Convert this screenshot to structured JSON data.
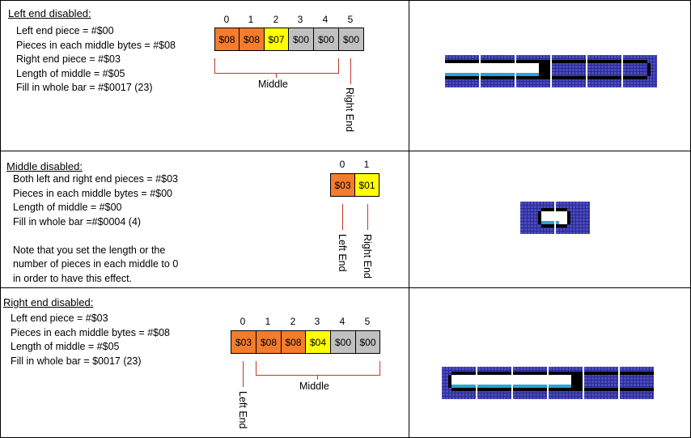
{
  "colors": {
    "orange": "#f47c2c",
    "yellow": "#ffff00",
    "gray": "#c0c0c0",
    "bracket": "#c0392b",
    "tile_blue": "#4a4ac0",
    "fill_cyan": "#29a3d9"
  },
  "sections": [
    {
      "heading": "Left end disabled:",
      "lines": [
        "Left end piece = #$00",
        "Pieces in each middle bytes = #$08",
        "Right end piece = #$03",
        "Length of middle = #$05",
        "Fill in whole bar = #$0017 (23)"
      ],
      "indices": [
        "0",
        "1",
        "2",
        "3",
        "4",
        "5"
      ],
      "cells": [
        {
          "value": "$08",
          "color": "orange"
        },
        {
          "value": "$08",
          "color": "orange"
        },
        {
          "value": "$07",
          "color": "yellow"
        },
        {
          "value": "$00",
          "color": "gray"
        },
        {
          "value": "$00",
          "color": "gray"
        },
        {
          "value": "$00",
          "color": "gray"
        }
      ],
      "middle_label": "Middle",
      "end_label": "Right End"
    },
    {
      "heading": "Middle disabled:",
      "lines": [
        "Both left and right end pieces = #$03",
        "Pieces in each middle bytes = #$00",
        "Length of middle = #$00",
        "Fill in whole bar =#$0004 (4)",
        "",
        "Note that you set the length or the",
        "number of pieces in each middle to 0",
        "in order to have this effect."
      ],
      "indices": [
        "0",
        "1"
      ],
      "cells": [
        {
          "value": "$03",
          "color": "orange"
        },
        {
          "value": "$01",
          "color": "yellow"
        }
      ],
      "left_end_label": "Left End",
      "right_end_label": "Right End"
    },
    {
      "heading": "Right end disabled:",
      "lines": [
        "Left end piece = #$03",
        "Pieces in each middle bytes = #$08",
        "Length of middle = #$05",
        "Fill in whole bar = $0017 (23)"
      ],
      "indices": [
        "0",
        "1",
        "2",
        "3",
        "4",
        "5"
      ],
      "cells": [
        {
          "value": "$03",
          "color": "orange"
        },
        {
          "value": "$08",
          "color": "orange"
        },
        {
          "value": "$08",
          "color": "orange"
        },
        {
          "value": "$04",
          "color": "yellow"
        },
        {
          "value": "$00",
          "color": "gray"
        },
        {
          "value": "$00",
          "color": "gray"
        }
      ],
      "middle_label": "Middle",
      "end_label": "Left End"
    }
  ]
}
